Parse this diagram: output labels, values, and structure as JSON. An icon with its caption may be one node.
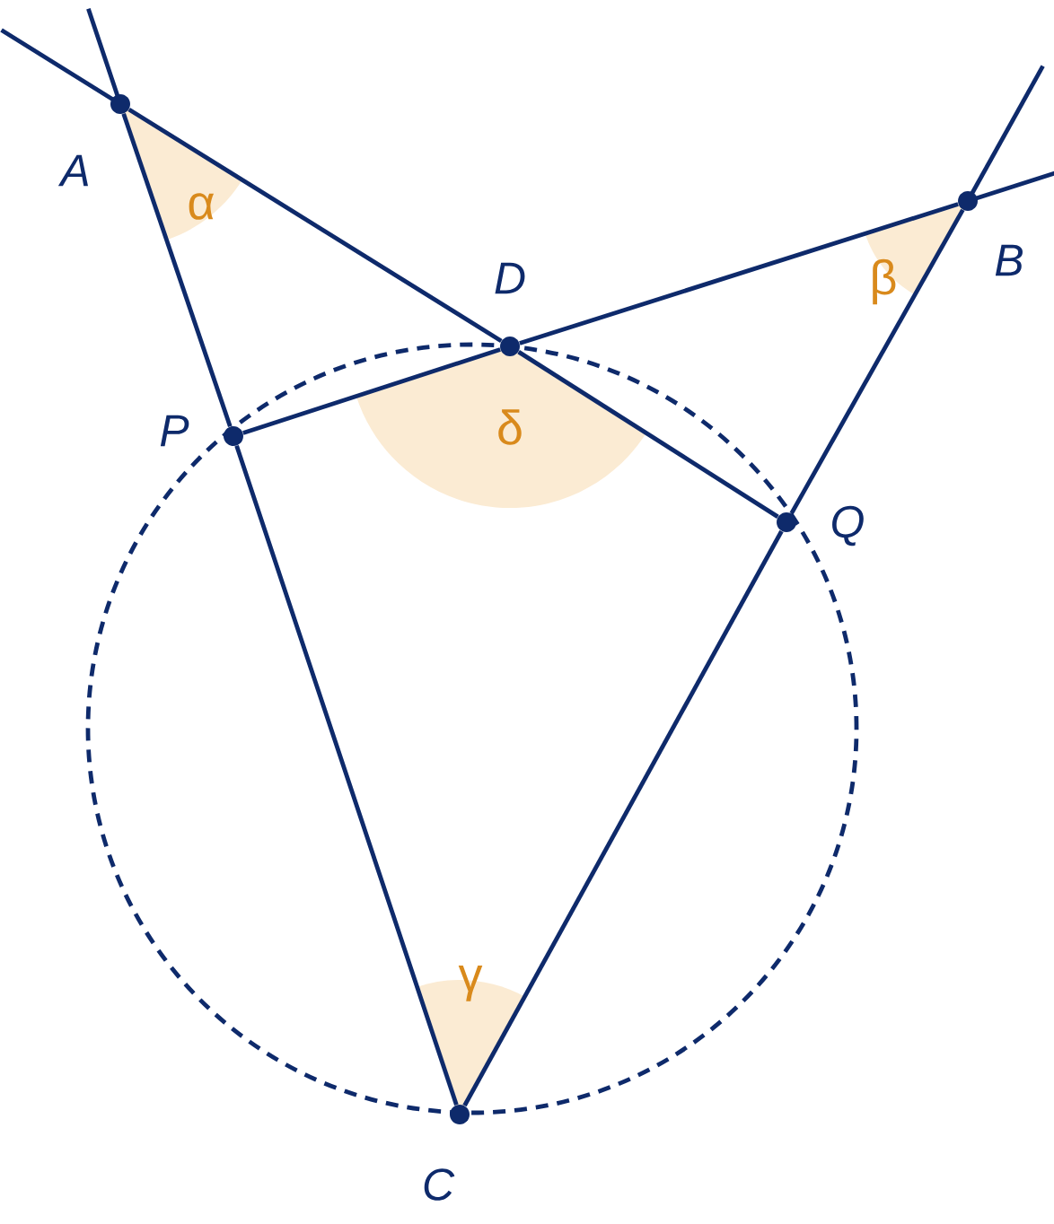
{
  "diagram": {
    "nodes": [
      {
        "text": [
          "A"
        ]
      },
      {
        "text": [
          "B"
        ]
      },
      {
        "text": [
          "D"
        ]
      },
      {
        "text": [
          "P"
        ]
      },
      {
        "text": [
          "Q"
        ]
      },
      {
        "text": [
          "C"
        ]
      }
    ],
    "edges": [
      {
        "from": 0,
        "to": 2,
        "arrow": "none"
      },
      {
        "from": 2,
        "to": 1,
        "arrow": "none"
      },
      {
        "from": 0,
        "to": 3,
        "arrow": "none"
      },
      {
        "from": 3,
        "to": 2,
        "arrow": "none"
      },
      {
        "from": 2,
        "to": 4,
        "arrow": "none"
      },
      {
        "from": 1,
        "to": 4,
        "arrow": "none"
      },
      {
        "from": 3,
        "to": 5,
        "arrow": "none"
      },
      {
        "from": 4,
        "to": 5,
        "arrow": "none"
      }
    ],
    "labels": [
      "α",
      "β",
      "δ",
      "γ"
    ]
  }
}
